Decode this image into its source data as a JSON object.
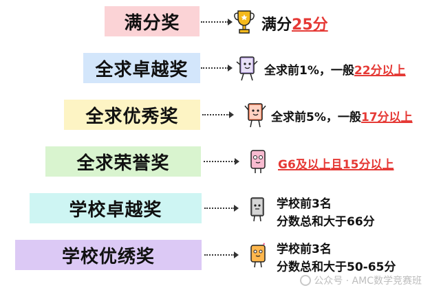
{
  "awards": [
    {
      "name": "满分奖",
      "color": "#fbd3d6",
      "icon": "trophy-icon",
      "desc_prefix": "满分",
      "desc_highlight": "25分",
      "desc_suffix": ""
    },
    {
      "name": "全求卓越奖",
      "color": "#d3e6fb",
      "icon": "book-character-icon",
      "desc_prefix": "全求前1%，一般",
      "desc_highlight": "22分以上",
      "desc_suffix": ""
    },
    {
      "name": "全求优秀奖",
      "color": "#fdf4c4",
      "icon": "book-character-icon",
      "desc_prefix": "全求前5%，一般",
      "desc_highlight": "17分以上",
      "desc_suffix": ""
    },
    {
      "name": "全求荣誉奖",
      "color": "#d9f4cf",
      "icon": "book-character-icon",
      "desc_prefix": "",
      "desc_highlight": "G6及以上且15分以上",
      "desc_suffix": ""
    },
    {
      "name": "学校卓越奖",
      "color": "#cef5f3",
      "icon": "book-character-icon",
      "desc_line1": "学校前3名",
      "desc_line2": "分数总和大于66分"
    },
    {
      "name": "学校优绣奖",
      "color": "#dcc9f5",
      "icon": "book-character-icon",
      "desc_line1": "学校前3名",
      "desc_line2": "分数总和大于50-65分"
    }
  ],
  "watermark": "公众号 · AMC数学竞赛班"
}
